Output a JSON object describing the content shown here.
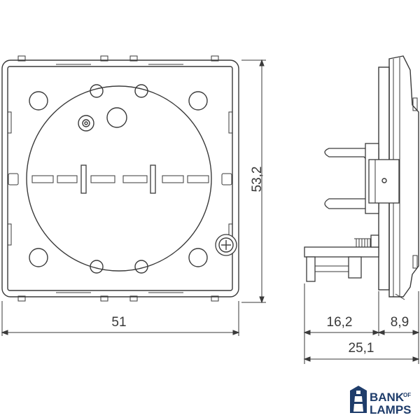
{
  "dimensions": {
    "width": "51",
    "height": "53,2",
    "depth_front": "16,2",
    "depth_back": "8,9",
    "depth_total": "25,1"
  },
  "logo": {
    "line1": "BANK",
    "line1_small": "OF",
    "line2": "LAMPS",
    "color": "#1f3d6b"
  },
  "colors": {
    "line": "#3a3a3a",
    "background": "#ffffff"
  }
}
